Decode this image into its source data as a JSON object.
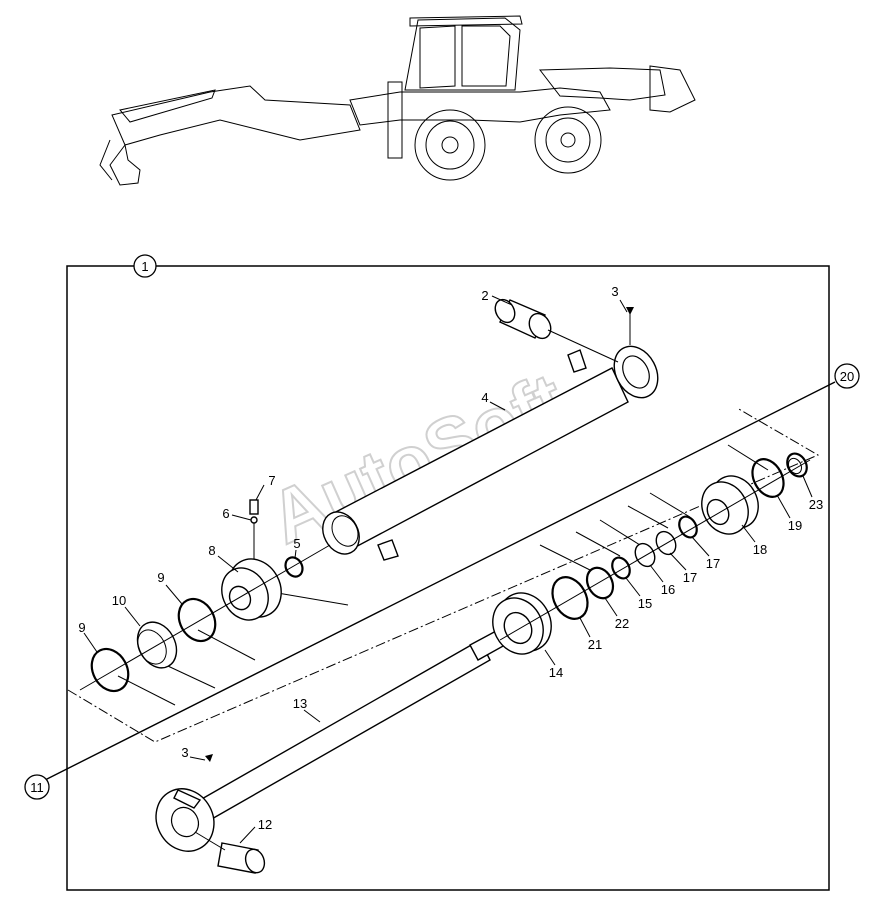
{
  "watermark": "AutoSoft",
  "callouts": {
    "c1": "1",
    "c11": "11",
    "c20": "20"
  },
  "labels": {
    "l2": "2",
    "l3a": "3",
    "l3b": "3",
    "l4": "4",
    "l5": "5",
    "l6": "6",
    "l7": "7",
    "l8": "8",
    "l9a": "9",
    "l9b": "9",
    "l10": "10",
    "l12": "12",
    "l13": "13",
    "l14": "14",
    "l15": "15",
    "l16": "16",
    "l17a": "17",
    "l17b": "17",
    "l18": "18",
    "l19": "19",
    "l21": "21",
    "l22": "22",
    "l23": "23"
  }
}
